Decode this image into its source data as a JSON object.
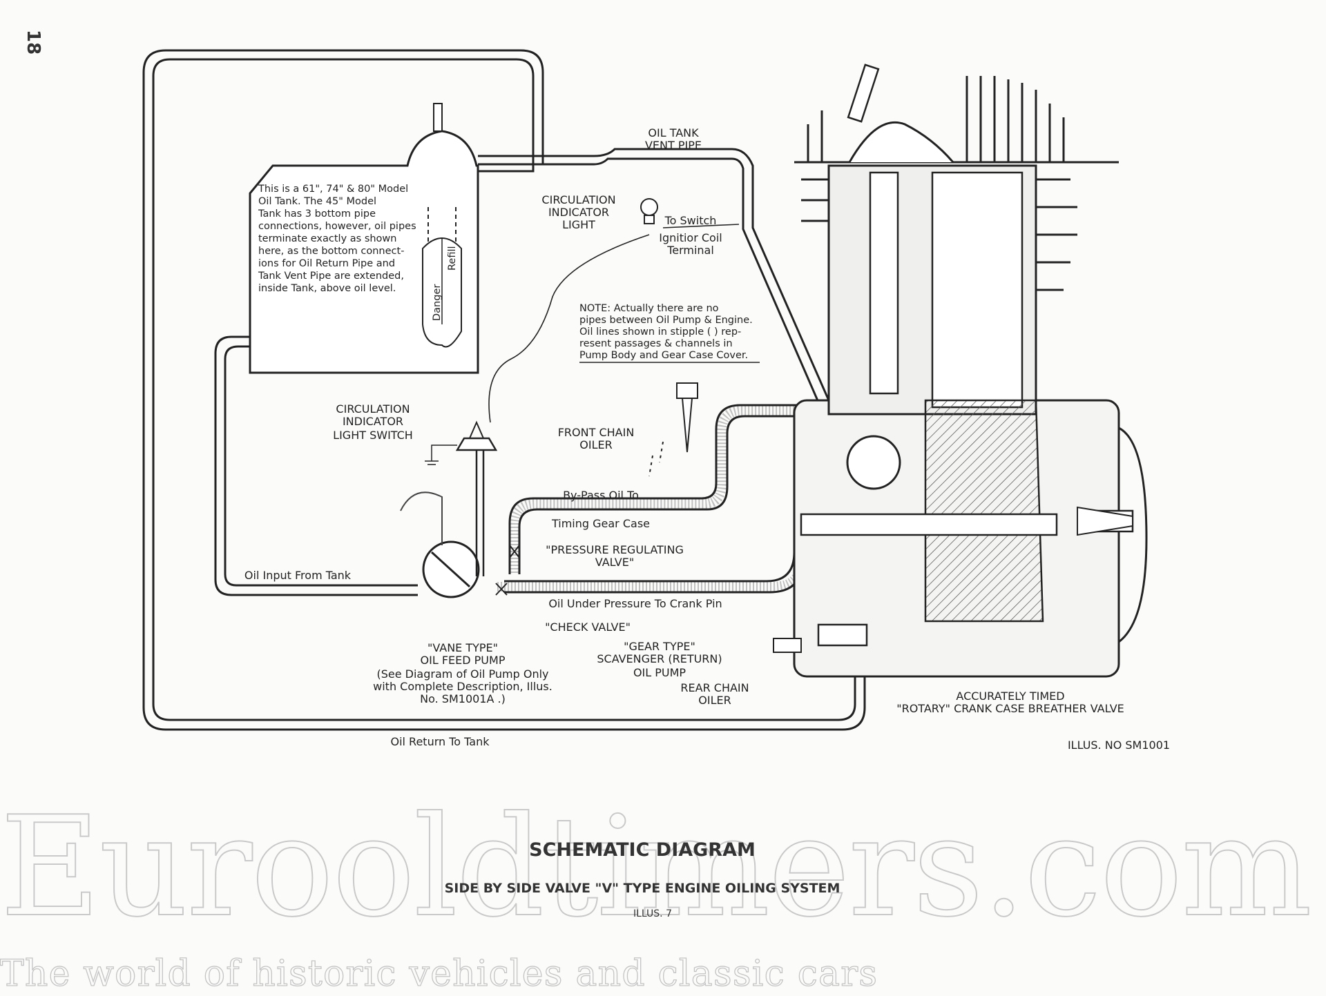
{
  "page_number": "18",
  "labels": {
    "vent_pipe": [
      "OIL TANK",
      "VENT PIPE"
    ],
    "circ_light": [
      "CIRCULATION",
      "INDICATOR",
      "LIGHT"
    ],
    "to_switch": "To Switch",
    "ignition": [
      "Ignitior Coil",
      "Terminal"
    ],
    "tank_note": [
      "This is a 61\", 74\" & 80\" Model",
      "Oil Tank. The 45\" Model",
      "Tank has 3 bottom pipe",
      "connections, however, oil pipes",
      "terminate exactly as shown",
      "here, as the bottom connect-",
      "ions for Oil Return Pipe and",
      "Tank Vent Pipe are extended,",
      "inside Tank, above oil level."
    ],
    "gauge_danger": "Danger",
    "gauge_refill": "Refill",
    "note": [
      "NOTE: Actually there are no",
      "pipes between Oil Pump & Engine.",
      "Oil lines shown in stipple (     ) rep-",
      "resent passages & channels in",
      "Pump Body and Gear Case Cover."
    ],
    "light_switch": [
      "CIRCULATION",
      "INDICATOR",
      "LIGHT SWITCH"
    ],
    "front_chain": [
      "FRONT CHAIN",
      "OILER"
    ],
    "bypass": "By-Pass Oil To",
    "timing": "Timing Gear Case",
    "prv": [
      "\"PRESSURE REGULATING",
      "VALVE\""
    ],
    "oil_input": "Oil Input From Tank",
    "oil_under_pressure": "Oil Under Pressure To Crank Pin",
    "check_valve": "\"CHECK VALVE\"",
    "vane_pump": [
      "\"VANE TYPE\"",
      "OIL FEED PUMP",
      "(See Diagram of Oil Pump Only",
      "with Complete Description, Illus.",
      "No. SM1001A .)"
    ],
    "gear_pump": [
      "\"GEAR TYPE\"",
      "SCAVENGER (RETURN)",
      "OIL PUMP"
    ],
    "rear_chain": [
      "REAR CHAIN",
      "OILER"
    ],
    "breather": [
      "ACCURATELY TIMED",
      "\"ROTARY\" CRANK CASE BREATHER VALVE"
    ],
    "oil_return": "Oil Return To Tank",
    "illus_no": "ILLUS. NO SM1001"
  },
  "caption": {
    "title": "SCHEMATIC DIAGRAM",
    "subtitle": "SIDE BY SIDE VALVE \"V\" TYPE ENGINE OILING SYSTEM",
    "illus": "ILLUS. 7"
  },
  "watermark": {
    "name": "Eurooldtimers.com",
    "tagline": "The world of historic vehicles and classic cars"
  }
}
